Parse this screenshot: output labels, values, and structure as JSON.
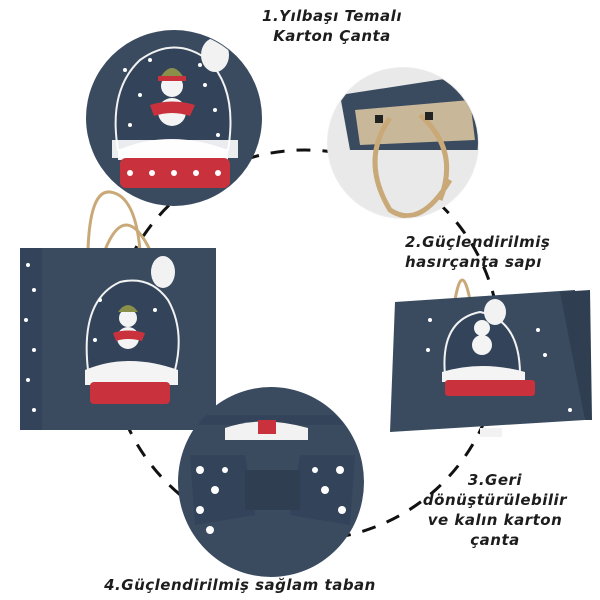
{
  "captions": {
    "c1": [
      "1.Yılbaşı Temalı",
      "Karton Çanta"
    ],
    "c2": [
      "2.Güçlendirilmiş",
      "hasırçanta sapı"
    ],
    "c3": [
      "3.Geri",
      "dönüştürülebilir",
      "ve kalın karton",
      "çanta"
    ],
    "c4": [
      "4.Güçlendirilmiş sağlam taban"
    ]
  },
  "colors": {
    "bag_navy": "#3a4b60",
    "bag_dark": "#2f3e51",
    "snow_white": "#f4f4f4",
    "accent_red": "#c9323c",
    "rope": "#c9a978"
  },
  "icons": [
    "snowman-globe-illustration",
    "rope-handle",
    "gift-tag"
  ]
}
